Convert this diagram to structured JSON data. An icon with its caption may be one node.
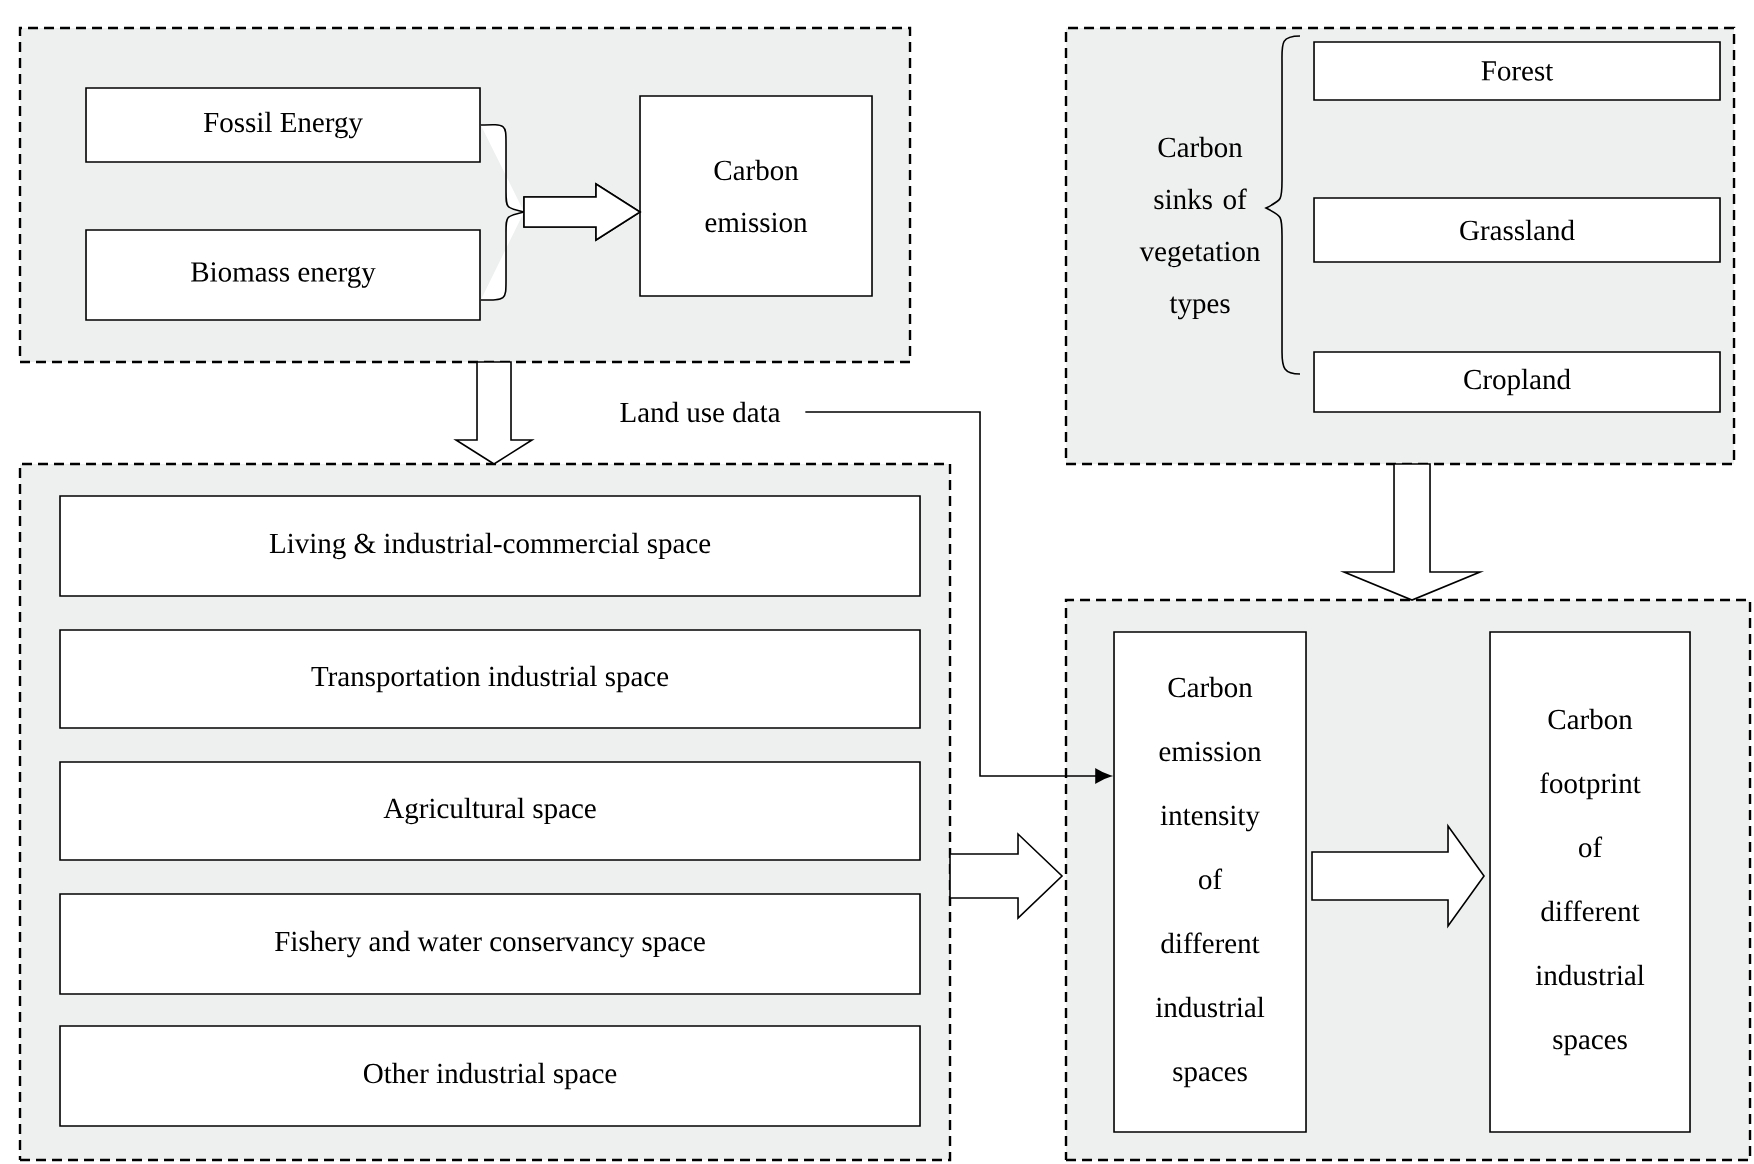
{
  "diagram": {
    "nodes": [
      {
        "text": [],
        "shape": "box"
      },
      {
        "text": [
          "Fossil Energy"
        ],
        "in": 0
      },
      {
        "text": [
          "Biomass energy"
        ],
        "in": 0
      },
      {
        "text": [
          "Carbon emission"
        ],
        "in": 0
      },
      {
        "text": [
          "Carbon sinks of vegetation types"
        ]
      },
      {
        "text": [
          "Forest"
        ],
        "in": 4
      },
      {
        "text": [
          "Grassland"
        ],
        "in": 4
      },
      {
        "text": [
          "Cropland"
        ],
        "in": 4
      },
      {
        "text": [],
        "shape": "box"
      },
      {
        "text": [
          "Living & industrial-commercial space"
        ],
        "in": 8
      },
      {
        "text": [
          "Transportation industrial space"
        ],
        "in": 8
      },
      {
        "text": [
          "Agricultural space"
        ],
        "in": 8
      },
      {
        "text": [
          "Fishery and water conservancy space"
        ],
        "in": 8
      },
      {
        "text": [
          "Other industrial space"
        ],
        "in": 8
      },
      {
        "text": [],
        "shape": "box"
      },
      {
        "text": [
          "Carbon emission intensity of different industrial spaces"
        ],
        "in": 14
      },
      {
        "text": [
          "Carbon footprint of different industrial spaces"
        ],
        "in": 14
      },
      {
        "text": [
          "Land use data"
        ]
      }
    ],
    "edges": [
      {
        "from": 1,
        "to": 3,
        "arrow": "to"
      },
      {
        "from": 2,
        "to": 3,
        "arrow": "to"
      },
      {
        "from": 0,
        "to": 8,
        "arrow": "to"
      },
      {
        "from": 17,
        "to": 15,
        "arrow": "to"
      },
      {
        "from": 4,
        "to": 14,
        "arrow": "to"
      },
      {
        "from": 8,
        "to": 14,
        "arrow": "to"
      },
      {
        "from": 15,
        "to": 16,
        "arrow": "to"
      }
    ]
  }
}
